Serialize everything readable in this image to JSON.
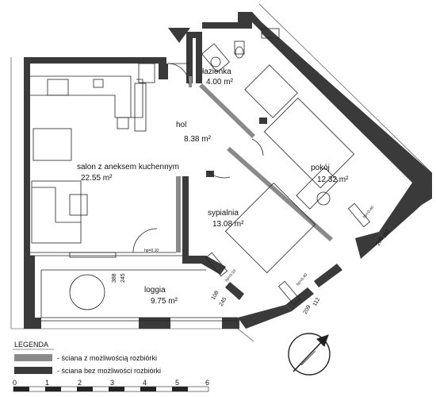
{
  "rooms": {
    "lazienka": {
      "name": "łazienka",
      "area": "4.00 m²"
    },
    "hol": {
      "name": "hol",
      "area": "8.38 m²"
    },
    "salon": {
      "name": "salon z aneksem kuchennym",
      "area": "22.55 m²"
    },
    "pokoj": {
      "name": "pokój",
      "area": "12.32 m²"
    },
    "sypialnia": {
      "name": "sypialnia",
      "area": "13.08 m²"
    },
    "loggia": {
      "name": "loggia",
      "area": "9.75 m²"
    }
  },
  "dimensions": {
    "loggia_door_w": "388",
    "loggia_door_h": "245",
    "corner_a_w": "108",
    "corner_a_h": "245",
    "corner_b_w": "112",
    "corner_b_h": "209",
    "right_w": "112",
    "right_h": "209"
  },
  "sill_heights": {
    "loggia": "hp=0.10",
    "corner_a": "hp=0.10",
    "corner_b": "hp=0.40",
    "right": "hp=0.40"
  },
  "legend": {
    "title": "LEGENDA",
    "item1": "- ściana z możliwością rozbiórki",
    "item2": "- ściana bez możliwości rozbiórki"
  },
  "scale": {
    "ticks": [
      "0",
      "1",
      "2",
      "3",
      "4",
      "5",
      "6"
    ]
  },
  "colors": {
    "wall_dark": "#3a3a3a",
    "wall_light": "#8a8a8a",
    "line": "#222222",
    "furniture": "#555555"
  },
  "icons": {
    "entrance": "triangle-down-icon",
    "north": "north-compass-icon"
  }
}
